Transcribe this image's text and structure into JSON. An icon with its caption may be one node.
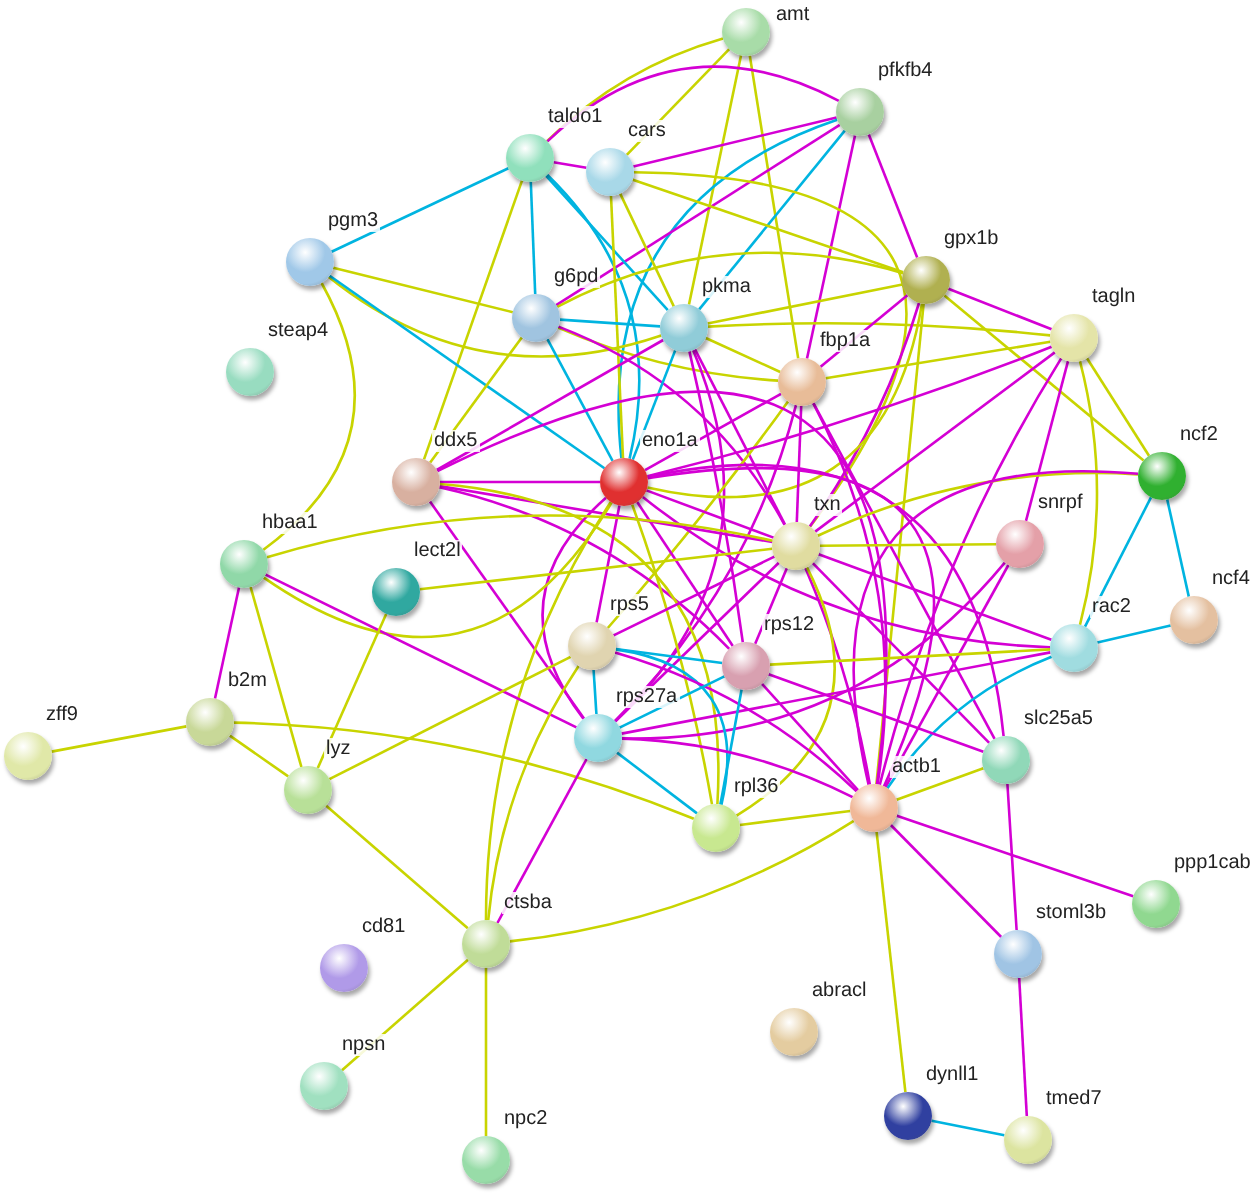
{
  "diagram": {
    "nodes": [
      {
        "text": [
          "amt"
        ]
      },
      {
        "text": [
          "pfkfb4"
        ]
      },
      {
        "text": [
          "taldo1"
        ]
      },
      {
        "text": [
          "cars"
        ]
      },
      {
        "text": [
          "pgm3"
        ]
      },
      {
        "text": [
          "gpx1b"
        ]
      },
      {
        "text": [
          "g6pd"
        ]
      },
      {
        "text": [
          "pkma"
        ]
      },
      {
        "text": [
          "fbp1a"
        ]
      },
      {
        "text": [
          "tagln"
        ]
      },
      {
        "text": [
          "steap4"
        ]
      },
      {
        "text": [
          "ddx5"
        ]
      },
      {
        "text": [
          "eno1a"
        ]
      },
      {
        "text": [
          "ncf2"
        ]
      },
      {
        "text": [
          "hbaa1"
        ]
      },
      {
        "text": [
          "txn"
        ]
      },
      {
        "text": [
          "snrpf"
        ]
      },
      {
        "text": [
          "lect2l"
        ]
      },
      {
        "text": [
          "ncf4"
        ]
      },
      {
        "text": [
          "rps5"
        ]
      },
      {
        "text": [
          "rac2"
        ]
      },
      {
        "text": [
          "rps12"
        ]
      },
      {
        "text": [
          "b2m"
        ]
      },
      {
        "text": [
          "rps27a"
        ]
      },
      {
        "text": [
          "slc25a5"
        ]
      },
      {
        "text": [
          "zff9"
        ]
      },
      {
        "text": [
          "lyz"
        ]
      },
      {
        "text": [
          "rpl36"
        ]
      },
      {
        "text": [
          "actb1"
        ]
      },
      {
        "text": [
          "ppp1cab"
        ]
      },
      {
        "text": [
          "cd81"
        ]
      },
      {
        "text": [
          "ctsba"
        ]
      },
      {
        "text": [
          "stoml3b"
        ]
      },
      {
        "text": [
          "abracl"
        ]
      },
      {
        "text": [
          "npsn"
        ]
      },
      {
        "text": [
          "dynll1"
        ]
      },
      {
        "text": [
          "npc2"
        ]
      },
      {
        "text": [
          "tmed7"
        ]
      }
    ],
    "edges": [
      {
        "from": 0,
        "to": 2,
        "arrow": "none",
        "color": "#c8d400"
      },
      {
        "from": 0,
        "to": 3,
        "arrow": "none",
        "color": "#c8d400"
      },
      {
        "from": 0,
        "to": 7,
        "arrow": "none",
        "color": "#c8d400"
      },
      {
        "from": 0,
        "to": 8,
        "arrow": "none",
        "color": "#c8d400"
      },
      {
        "from": 1,
        "to": 3,
        "arrow": "none",
        "color": "#d400d4"
      },
      {
        "from": 1,
        "to": 2,
        "arrow": "none",
        "color": "#d400d4"
      },
      {
        "from": 1,
        "to": 7,
        "arrow": "none",
        "color": "#00b4e0"
      },
      {
        "from": 1,
        "to": 12,
        "arrow": "none",
        "color": "#00b4e0"
      },
      {
        "from": 1,
        "to": 8,
        "arrow": "none",
        "color": "#d400d4"
      },
      {
        "from": 1,
        "to": 5,
        "arrow": "none",
        "color": "#d400d4"
      },
      {
        "from": 1,
        "to": 6,
        "arrow": "none",
        "color": "#d400d4"
      },
      {
        "from": 2,
        "to": 3,
        "arrow": "none",
        "color": "#d400d4"
      },
      {
        "from": 2,
        "to": 4,
        "arrow": "none",
        "color": "#00b4e0"
      },
      {
        "from": 2,
        "to": 6,
        "arrow": "none",
        "color": "#00b4e0"
      },
      {
        "from": 2,
        "to": 12,
        "arrow": "none",
        "color": "#00b4e0"
      },
      {
        "from": 2,
        "to": 7,
        "arrow": "none",
        "color": "#00b4e0"
      },
      {
        "from": 2,
        "to": 11,
        "arrow": "none",
        "color": "#c8d400"
      },
      {
        "from": 3,
        "to": 12,
        "arrow": "none",
        "color": "#c8d400"
      },
      {
        "from": 3,
        "to": 7,
        "arrow": "none",
        "color": "#c8d400"
      },
      {
        "from": 3,
        "to": 15,
        "arrow": "none",
        "color": "#c8d400"
      },
      {
        "from": 3,
        "to": 5,
        "arrow": "none",
        "color": "#c8d400"
      },
      {
        "from": 4,
        "to": 6,
        "arrow": "none",
        "color": "#c8d400"
      },
      {
        "from": 4,
        "to": 7,
        "arrow": "none",
        "color": "#c8d400"
      },
      {
        "from": 4,
        "to": 12,
        "arrow": "none",
        "color": "#00b4e0"
      },
      {
        "from": 4,
        "to": 14,
        "arrow": "none",
        "color": "#c8d400"
      },
      {
        "from": 6,
        "to": 7,
        "arrow": "none",
        "color": "#00b4e0"
      },
      {
        "from": 6,
        "to": 12,
        "arrow": "none",
        "color": "#00b4e0"
      },
      {
        "from": 6,
        "to": 8,
        "arrow": "none",
        "color": "#c8d400"
      },
      {
        "from": 6,
        "to": 15,
        "arrow": "none",
        "color": "#d400d4"
      },
      {
        "from": 6,
        "to": 11,
        "arrow": "none",
        "color": "#c8d400"
      },
      {
        "from": 6,
        "to": 5,
        "arrow": "none",
        "color": "#c8d400"
      },
      {
        "from": 7,
        "to": 5,
        "arrow": "none",
        "color": "#c8d400"
      },
      {
        "from": 7,
        "to": 8,
        "arrow": "none",
        "color": "#c8d400"
      },
      {
        "from": 7,
        "to": 12,
        "arrow": "none",
        "color": "#00b4e0"
      },
      {
        "from": 7,
        "to": 15,
        "arrow": "none",
        "color": "#d400d4"
      },
      {
        "from": 7,
        "to": 11,
        "arrow": "none",
        "color": "#d400d4"
      },
      {
        "from": 7,
        "to": 21,
        "arrow": "none",
        "color": "#d400d4"
      },
      {
        "from": 7,
        "to": 23,
        "arrow": "none",
        "color": "#d400d4"
      },
      {
        "from": 7,
        "to": 9,
        "arrow": "none",
        "color": "#c8d400"
      },
      {
        "from": 5,
        "to": 9,
        "arrow": "none",
        "color": "#d400d4"
      },
      {
        "from": 5,
        "to": 8,
        "arrow": "none",
        "color": "#d400d4"
      },
      {
        "from": 5,
        "to": 15,
        "arrow": "none",
        "color": "#d400d4"
      },
      {
        "from": 5,
        "to": 13,
        "arrow": "none",
        "color": "#c8d400"
      },
      {
        "from": 5,
        "to": 28,
        "arrow": "none",
        "color": "#c8d400"
      },
      {
        "from": 5,
        "to": 12,
        "arrow": "none",
        "color": "#c8d400"
      },
      {
        "from": 8,
        "to": 12,
        "arrow": "none",
        "color": "#d400d4"
      },
      {
        "from": 8,
        "to": 15,
        "arrow": "none",
        "color": "#d400d4"
      },
      {
        "from": 8,
        "to": 9,
        "arrow": "none",
        "color": "#c8d400"
      },
      {
        "from": 8,
        "to": 28,
        "arrow": "none",
        "color": "#d400d4"
      },
      {
        "from": 8,
        "to": 23,
        "arrow": "none",
        "color": "#d400d4"
      },
      {
        "from": 8,
        "to": 24,
        "arrow": "none",
        "color": "#d400d4"
      },
      {
        "from": 8,
        "to": 19,
        "arrow": "none",
        "color": "#c8d400"
      },
      {
        "from": 9,
        "to": 12,
        "arrow": "none",
        "color": "#d400d4"
      },
      {
        "from": 9,
        "to": 15,
        "arrow": "none",
        "color": "#d400d4"
      },
      {
        "from": 9,
        "to": 20,
        "arrow": "none",
        "color": "#c8d400"
      },
      {
        "from": 9,
        "to": 16,
        "arrow": "none",
        "color": "#d400d4"
      },
      {
        "from": 9,
        "to": 28,
        "arrow": "none",
        "color": "#d400d4"
      },
      {
        "from": 9,
        "to": 13,
        "arrow": "none",
        "color": "#c8d400"
      },
      {
        "from": 11,
        "to": 12,
        "arrow": "none",
        "color": "#d400d4"
      },
      {
        "from": 11,
        "to": 15,
        "arrow": "none",
        "color": "#d400d4"
      },
      {
        "from": 11,
        "to": 21,
        "arrow": "none",
        "color": "#d400d4"
      },
      {
        "from": 11,
        "to": 23,
        "arrow": "none",
        "color": "#d400d4"
      },
      {
        "from": 11,
        "to": 28,
        "arrow": "none",
        "color": "#d400d4"
      },
      {
        "from": 11,
        "to": 27,
        "arrow": "none",
        "color": "#c8d400"
      },
      {
        "from": 12,
        "to": 15,
        "arrow": "none",
        "color": "#d400d4"
      },
      {
        "from": 12,
        "to": 21,
        "arrow": "none",
        "color": "#d400d4"
      },
      {
        "from": 12,
        "to": 19,
        "arrow": "none",
        "color": "#d400d4"
      },
      {
        "from": 12,
        "to": 23,
        "arrow": "none",
        "color": "#d400d4"
      },
      {
        "from": 12,
        "to": 28,
        "arrow": "none",
        "color": "#d400d4"
      },
      {
        "from": 12,
        "to": 27,
        "arrow": "none",
        "color": "#c8d400"
      },
      {
        "from": 12,
        "to": 31,
        "arrow": "none",
        "color": "#c8d400"
      },
      {
        "from": 12,
        "to": 14,
        "arrow": "none",
        "color": "#c8d400"
      },
      {
        "from": 12,
        "to": 20,
        "arrow": "none",
        "color": "#d400d4"
      },
      {
        "from": 12,
        "to": 24,
        "arrow": "none",
        "color": "#d400d4"
      },
      {
        "from": 13,
        "to": 20,
        "arrow": "none",
        "color": "#00b4e0"
      },
      {
        "from": 13,
        "to": 18,
        "arrow": "none",
        "color": "#00b4e0"
      },
      {
        "from": 13,
        "to": 15,
        "arrow": "none",
        "color": "#c8d400"
      },
      {
        "from": 13,
        "to": 28,
        "arrow": "none",
        "color": "#d400d4"
      },
      {
        "from": 14,
        "to": 15,
        "arrow": "none",
        "color": "#c8d400"
      },
      {
        "from": 14,
        "to": 22,
        "arrow": "none",
        "color": "#d400d4"
      },
      {
        "from": 14,
        "to": 23,
        "arrow": "none",
        "color": "#d400d4"
      },
      {
        "from": 14,
        "to": 26,
        "arrow": "none",
        "color": "#c8d400"
      },
      {
        "from": 15,
        "to": 16,
        "arrow": "none",
        "color": "#c8d400"
      },
      {
        "from": 15,
        "to": 19,
        "arrow": "none",
        "color": "#d400d4"
      },
      {
        "from": 15,
        "to": 21,
        "arrow": "none",
        "color": "#d400d4"
      },
      {
        "from": 15,
        "to": 23,
        "arrow": "none",
        "color": "#d400d4"
      },
      {
        "from": 15,
        "to": 28,
        "arrow": "none",
        "color": "#d400d4"
      },
      {
        "from": 15,
        "to": 27,
        "arrow": "none",
        "color": "#c8d400"
      },
      {
        "from": 15,
        "to": 20,
        "arrow": "none",
        "color": "#d400d4"
      },
      {
        "from": 15,
        "to": 24,
        "arrow": "none",
        "color": "#d400d4"
      },
      {
        "from": 15,
        "to": 17,
        "arrow": "none",
        "color": "#c8d400"
      },
      {
        "from": 16,
        "to": 28,
        "arrow": "none",
        "color": "#d400d4"
      },
      {
        "from": 16,
        "to": 23,
        "arrow": "none",
        "color": "#d400d4"
      },
      {
        "from": 17,
        "to": 26,
        "arrow": "none",
        "color": "#c8d400"
      },
      {
        "from": 18,
        "to": 20,
        "arrow": "none",
        "color": "#00b4e0"
      },
      {
        "from": 19,
        "to": 21,
        "arrow": "none",
        "color": "#00b4e0"
      },
      {
        "from": 19,
        "to": 23,
        "arrow": "none",
        "color": "#00b4e0"
      },
      {
        "from": 19,
        "to": 27,
        "arrow": "none",
        "color": "#00b4e0"
      },
      {
        "from": 19,
        "to": 28,
        "arrow": "none",
        "color": "#d400d4"
      },
      {
        "from": 19,
        "to": 26,
        "arrow": "none",
        "color": "#c8d400"
      },
      {
        "from": 19,
        "to": 31,
        "arrow": "none",
        "color": "#c8d400"
      },
      {
        "from": 20,
        "to": 28,
        "arrow": "none",
        "color": "#00b4e0"
      },
      {
        "from": 20,
        "to": 23,
        "arrow": "none",
        "color": "#d400d4"
      },
      {
        "from": 20,
        "to": 21,
        "arrow": "none",
        "color": "#c8d400"
      },
      {
        "from": 21,
        "to": 23,
        "arrow": "none",
        "color": "#00b4e0"
      },
      {
        "from": 21,
        "to": 27,
        "arrow": "none",
        "color": "#00b4e0"
      },
      {
        "from": 21,
        "to": 28,
        "arrow": "none",
        "color": "#d400d4"
      },
      {
        "from": 21,
        "to": 24,
        "arrow": "none",
        "color": "#d400d4"
      },
      {
        "from": 22,
        "to": 25,
        "arrow": "none",
        "color": "#c8d400"
      },
      {
        "from": 22,
        "to": 26,
        "arrow": "none",
        "color": "#c8d400"
      },
      {
        "from": 22,
        "to": 27,
        "arrow": "none",
        "color": "#c8d400"
      },
      {
        "from": 23,
        "to": 27,
        "arrow": "none",
        "color": "#00b4e0"
      },
      {
        "from": 23,
        "to": 28,
        "arrow": "none",
        "color": "#d400d4"
      },
      {
        "from": 23,
        "to": 31,
        "arrow": "none",
        "color": "#d400d4"
      },
      {
        "from": 24,
        "to": 28,
        "arrow": "none",
        "color": "#c8d400"
      },
      {
        "from": 24,
        "to": 32,
        "arrow": "none",
        "color": "#d400d4"
      },
      {
        "from": 26,
        "to": 31,
        "arrow": "none",
        "color": "#c8d400"
      },
      {
        "from": 28,
        "to": 27,
        "arrow": "none",
        "color": "#c8d400"
      },
      {
        "from": 28,
        "to": 29,
        "arrow": "none",
        "color": "#d400d4"
      },
      {
        "from": 28,
        "to": 31,
        "arrow": "none",
        "color": "#c8d400"
      },
      {
        "from": 28,
        "to": 35,
        "arrow": "none",
        "color": "#c8d400"
      },
      {
        "from": 28,
        "to": 32,
        "arrow": "none",
        "color": "#d400d4"
      },
      {
        "from": 31,
        "to": 34,
        "arrow": "none",
        "color": "#c8d400"
      },
      {
        "from": 31,
        "to": 36,
        "arrow": "none",
        "color": "#c8d400"
      },
      {
        "from": 32,
        "to": 37,
        "arrow": "none",
        "color": "#d400d4"
      },
      {
        "from": 35,
        "to": 37,
        "arrow": "none",
        "color": "#00b4e0"
      }
    ]
  }
}
